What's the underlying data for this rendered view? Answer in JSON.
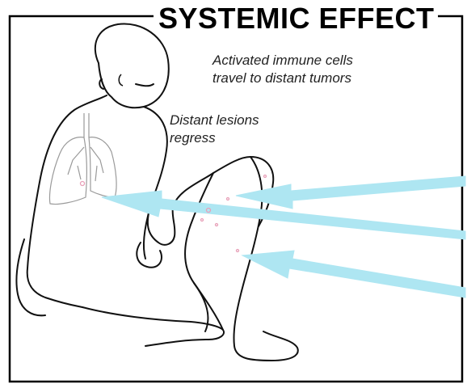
{
  "title": "SYSTEMIC EFFECT",
  "captions": {
    "immune": [
      "Activated immune cells",
      "travel to distant tumors"
    ],
    "lesions": [
      "Distant lesions",
      "regress"
    ]
  },
  "colors": {
    "frame": "#000000",
    "arrow": "#aee6f2",
    "lesion": "#e8a0b8",
    "lung": "#9a9a9a",
    "figure": "#111111"
  },
  "icons": [
    "seated-figure-illustration",
    "lung-outline",
    "cyan-arrow"
  ]
}
